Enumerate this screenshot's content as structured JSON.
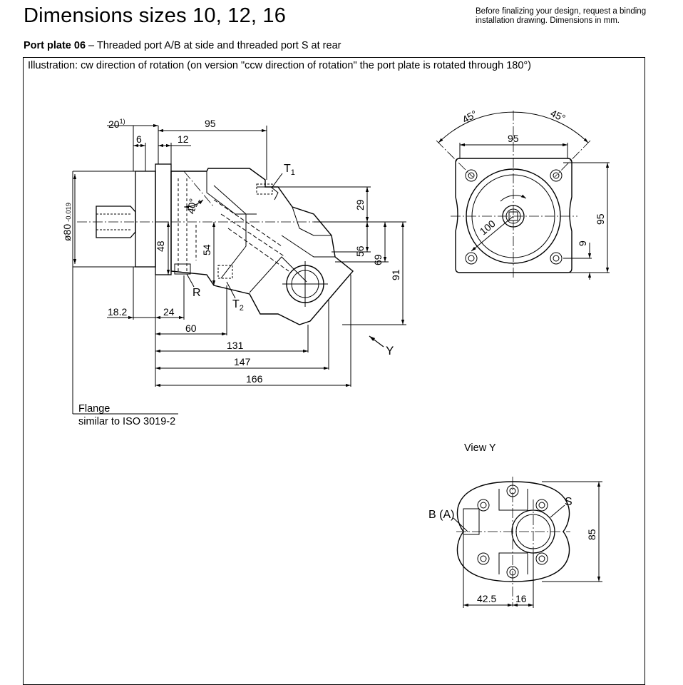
{
  "header": {
    "title": "Dimensions sizes 10, 12, 16",
    "note_line1": "Before finalizing your design, request a binding",
    "note_line2": "installation drawing. Dimensions in mm."
  },
  "subtitle": {
    "bold": "Port plate 06",
    "rest": " – Threaded port A/B at side and threaded port S at rear"
  },
  "illustration_caption": "Illustration: cw direction of rotation (on version \"ccw direction of rotation\" the port plate is rotated through 180°)",
  "side_view": {
    "dim_20": "20",
    "dim_20_note": "1)",
    "dim_95": "95",
    "dim_6": "6",
    "dim_12": "12",
    "port_T1": "T",
    "port_T1_sub": "1",
    "angle_40": "40°",
    "dim_29": "29",
    "dim_56": "56",
    "dim_69": "69",
    "dim_91": "91",
    "dim_48": "48",
    "dim_54": "54",
    "shaft_dia": "ø80",
    "shaft_tol": "-0.019",
    "port_R": "R",
    "port_T2": "T",
    "port_T2_sub": "2",
    "dim_18_2": "18.2",
    "dim_24": "24",
    "dim_60": "60",
    "dim_131": "131",
    "dim_147": "147",
    "dim_166": "166",
    "view_arrow_Y": "Y",
    "flange_line1": "Flange",
    "flange_line2": "similar to ISO 3019-2"
  },
  "front_view": {
    "angle_left": "45°",
    "angle_right": "45°",
    "dim_95_top": "95",
    "dim_100": "100",
    "dim_9": "9",
    "dim_95_right": "95"
  },
  "view_y": {
    "title": "View Y",
    "port_BA": "B (A)",
    "port_S": "S",
    "dim_85": "85",
    "dim_42_5": "42.5",
    "dim_16": "16"
  }
}
